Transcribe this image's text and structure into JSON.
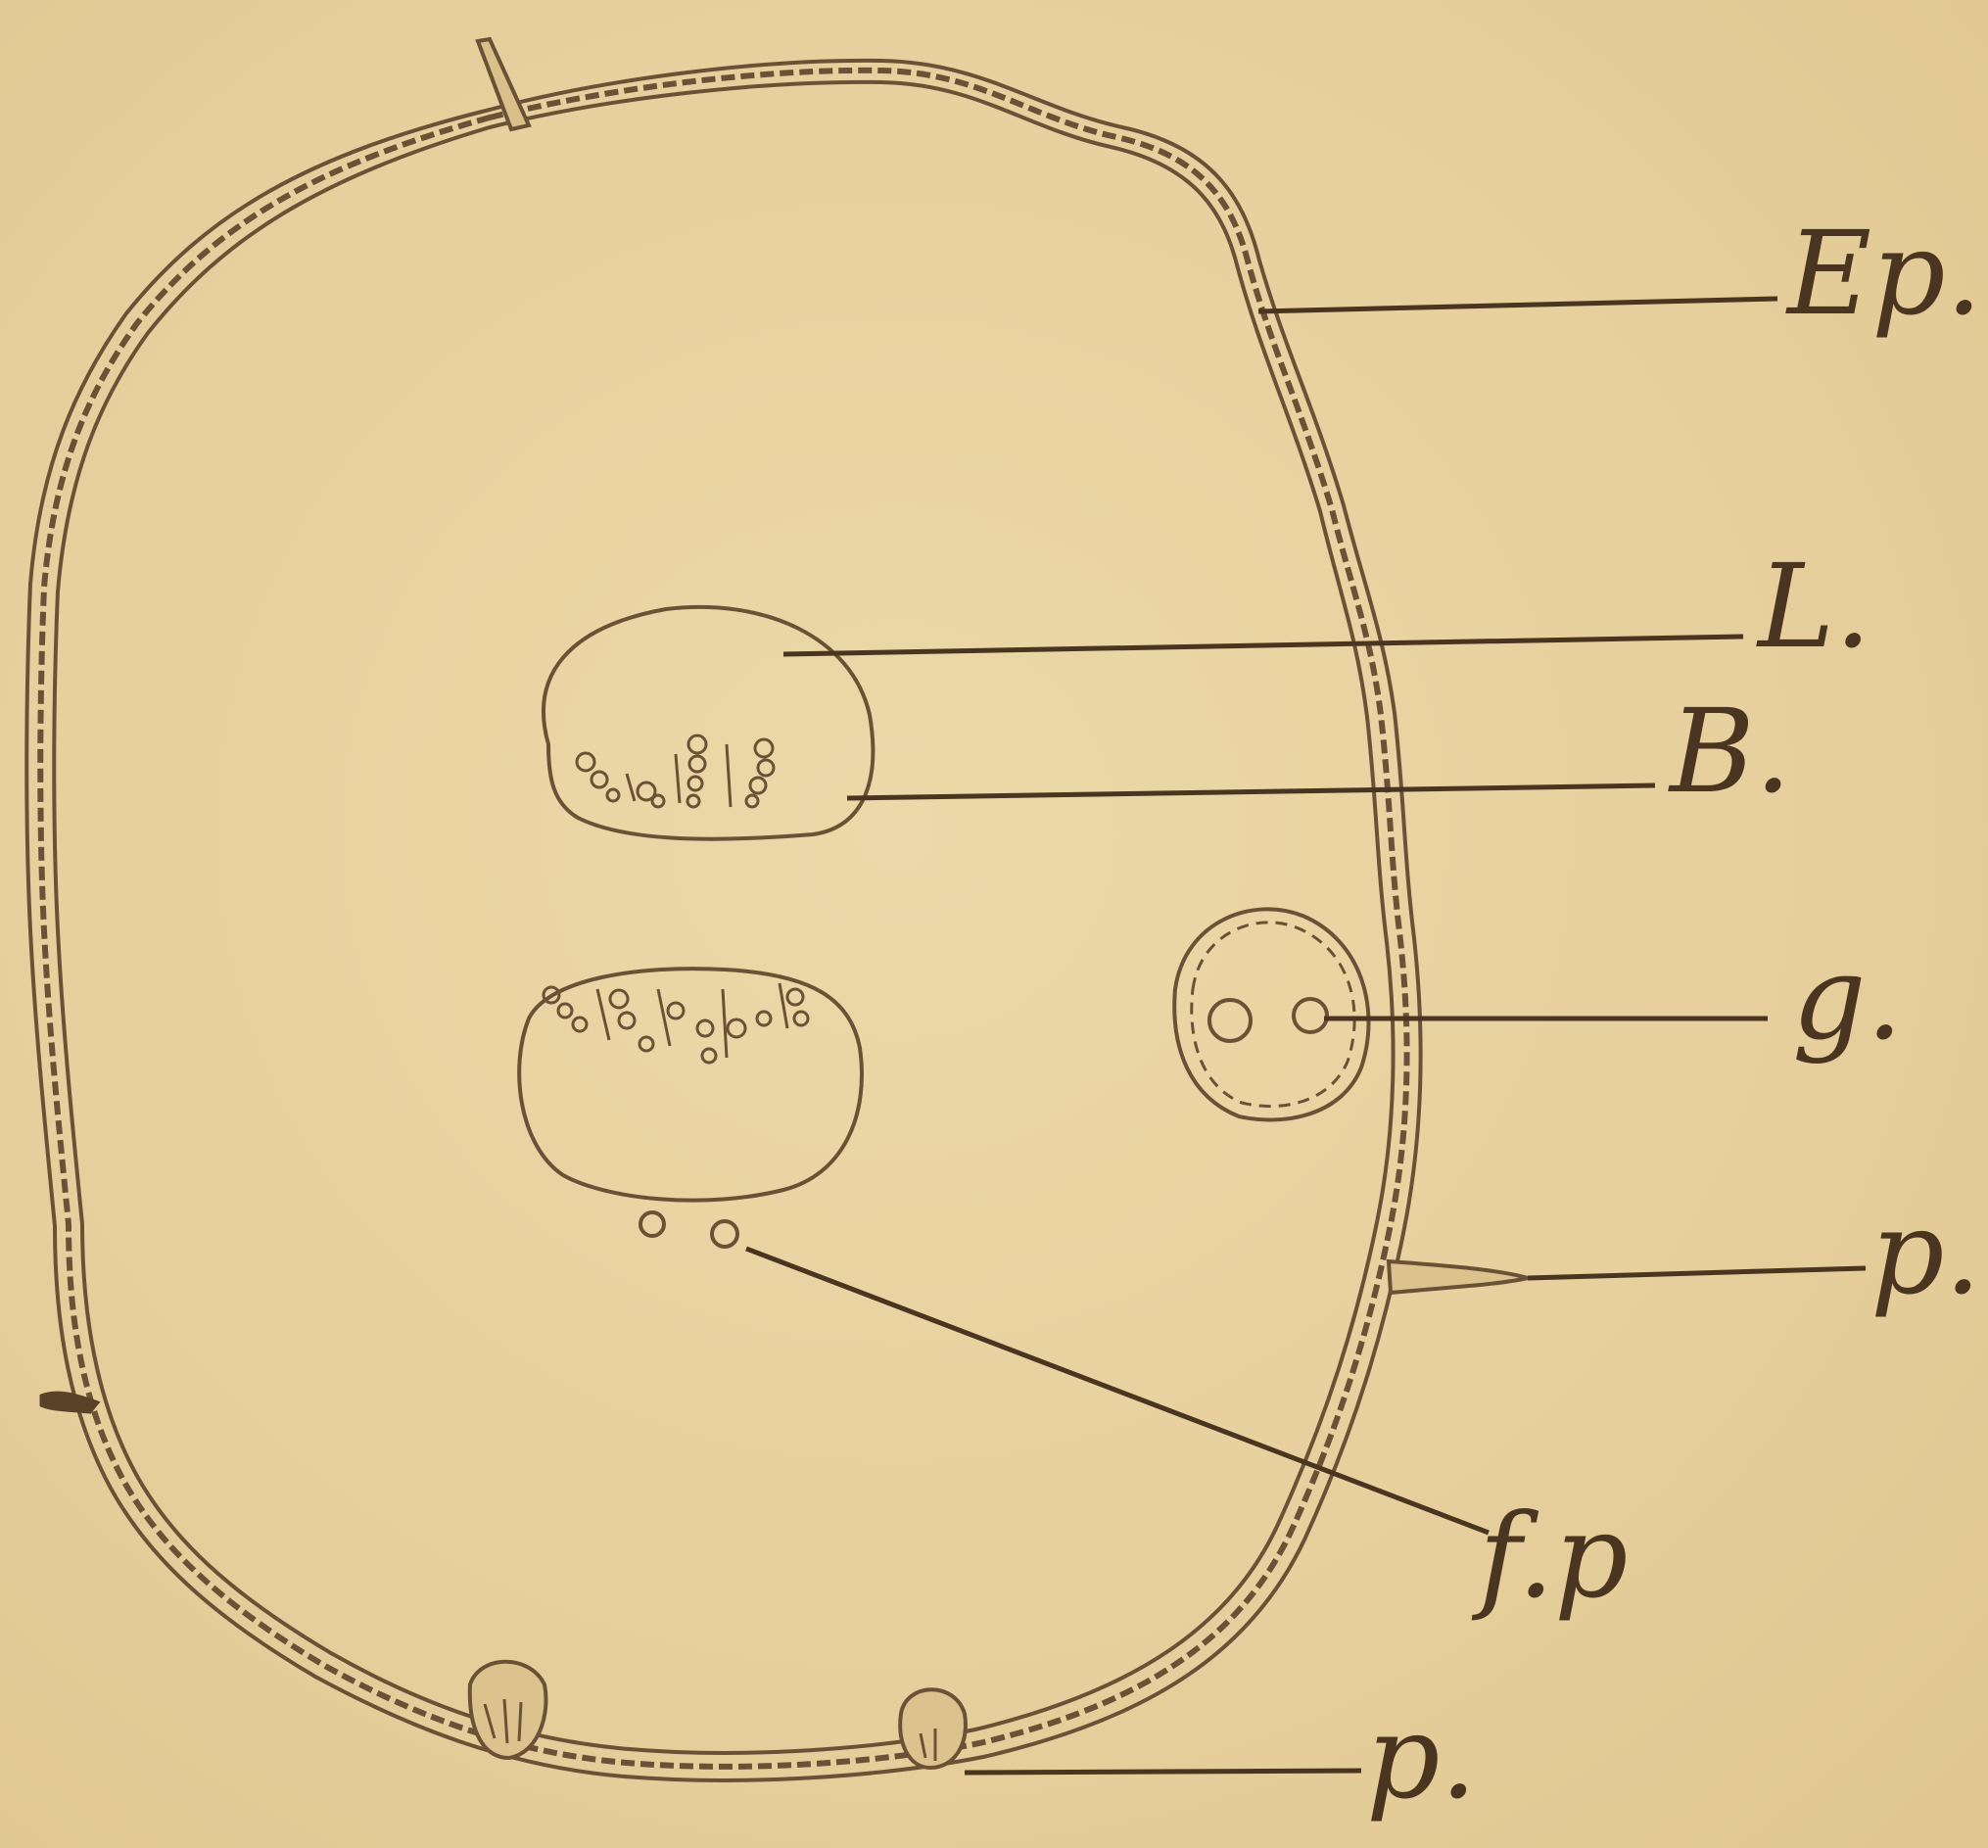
{
  "figure": {
    "colors": {
      "paper": "#e8d2a0",
      "ink": "#4a3520"
    },
    "labels": {
      "epidermis": "Ep.",
      "leaf_trace": "L.",
      "bundle": "B.",
      "gland": "g.",
      "papilla_right": "p.",
      "fibro_papilla": "f.p",
      "papilla_bottom": "p."
    }
  }
}
